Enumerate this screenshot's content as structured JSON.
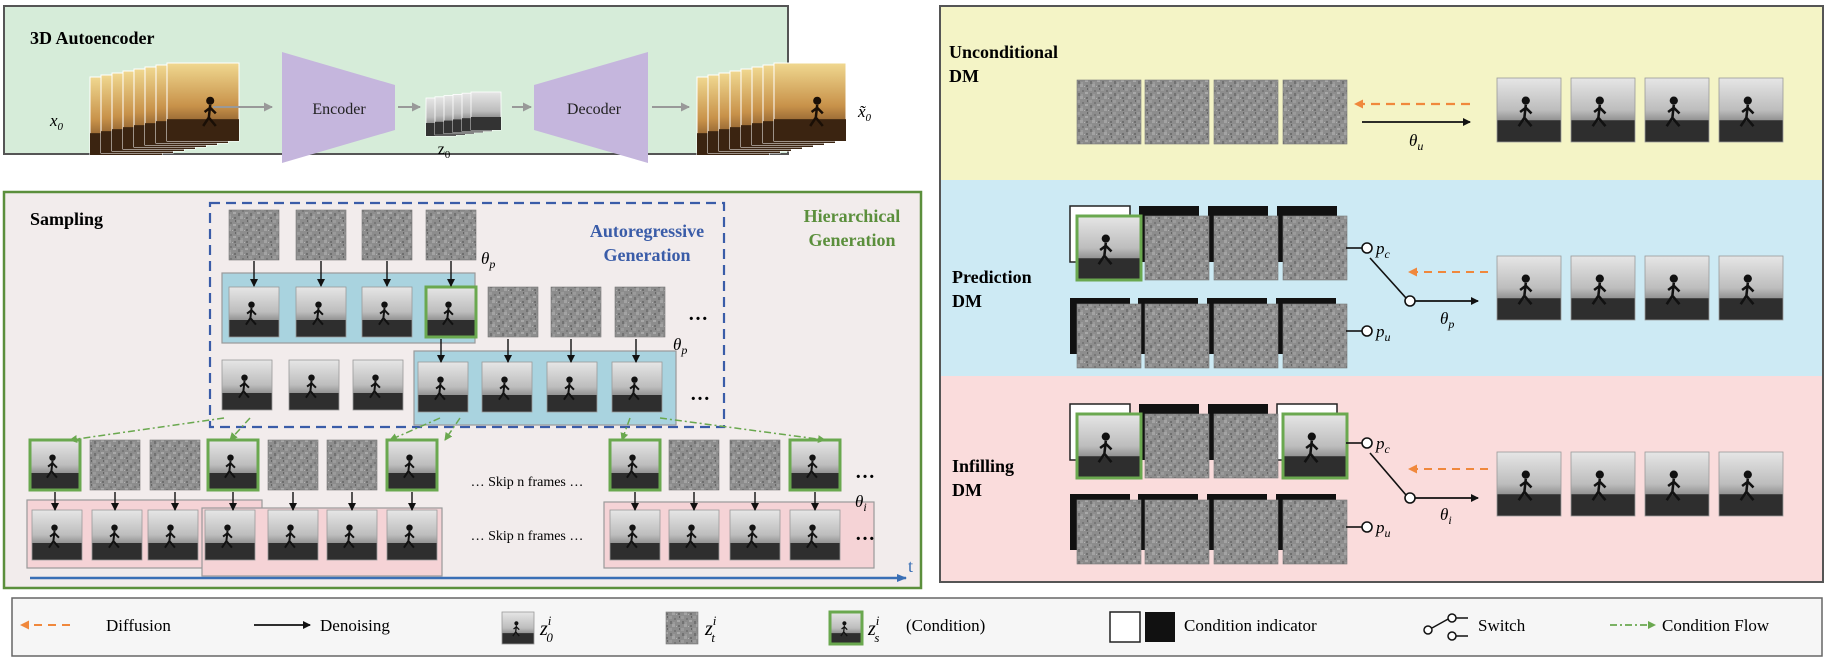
{
  "autoencoder": {
    "title": "3D Autoencoder",
    "input_label": "x",
    "input_sub": "0",
    "encoder_label": "Encoder",
    "latent_label": "z",
    "latent_sub": "0",
    "decoder_label": "Decoder",
    "output_label": "x̃",
    "output_sub": "0"
  },
  "sampling": {
    "title": "Sampling",
    "autoregressive_line1": "Autoregressive",
    "autoregressive_line2": "Generation",
    "hierarchical_line1": "Hierarchical",
    "hierarchical_line2": "Generation",
    "theta_p": "θ",
    "theta_p_sub": "p",
    "theta_i": "θ",
    "theta_i_sub": "i",
    "ellipsis": "…",
    "skip_text": "… Skip n frames …",
    "time_label": "t"
  },
  "models": {
    "unconditional": {
      "line1": "Unconditional",
      "line2": "DM",
      "theta": "θ",
      "theta_sub": "u"
    },
    "prediction": {
      "line1": "Prediction",
      "line2": "DM",
      "theta": "θ",
      "theta_sub": "p",
      "pc": "p",
      "pc_sub": "c",
      "pu": "p",
      "pu_sub": "u"
    },
    "infilling": {
      "line1": "Infilling",
      "line2": "DM",
      "theta": "θ",
      "theta_sub": "i",
      "pc": "p",
      "pc_sub": "c",
      "pu": "p",
      "pu_sub": "u"
    }
  },
  "legend": {
    "diffusion": "Diffusion",
    "denoising": "Denoising",
    "z0": "z",
    "z0_sup": "i",
    "z0_sub": "0",
    "zt": "z",
    "zt_sup": "i",
    "zt_sub": "t",
    "zs": "z",
    "zs_sup": "i",
    "zs_sub": "s",
    "zs_note": "(Condition)",
    "condition_indicator": "Condition indicator",
    "switch": "Switch",
    "condition_flow": "Condition Flow"
  },
  "colors": {
    "autoencoder_bg": "#d6ecd9",
    "sampling_bg": "#f2ecec",
    "unconditional_bg": "#f4f4c6",
    "prediction_bg": "#cdeaf4",
    "infilling_bg": "#fadcdc",
    "codec_purple": "#c5b6dd",
    "autoregressive_blue": "#3a5ca8",
    "hierarchical_green": "#5b8f3c",
    "condition_green": "#6aa84f",
    "diffusion_orange": "#f0883c",
    "teal_box": "#a9d3df",
    "pink_box": "#f5d3d6"
  }
}
